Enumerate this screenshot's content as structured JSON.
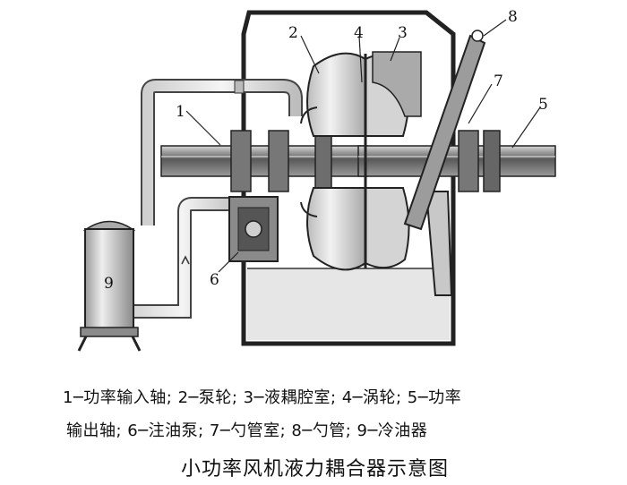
{
  "callouts": {
    "c1": "1",
    "c2": "2",
    "c3": "3",
    "c4": "4",
    "c5": "5",
    "c6": "6",
    "c7": "7",
    "c8": "8",
    "c9": "9"
  },
  "legend": {
    "line1": "1─功率输入轴; 2─泵轮; 3─液耦腔室; 4─涡轮; 5─功率",
    "line2": "输出轴; 6─注油泵; 7─勺管室; 8─勺管; 9─冷油器"
  },
  "title": "小功率风机液力耦合器示意图"
}
